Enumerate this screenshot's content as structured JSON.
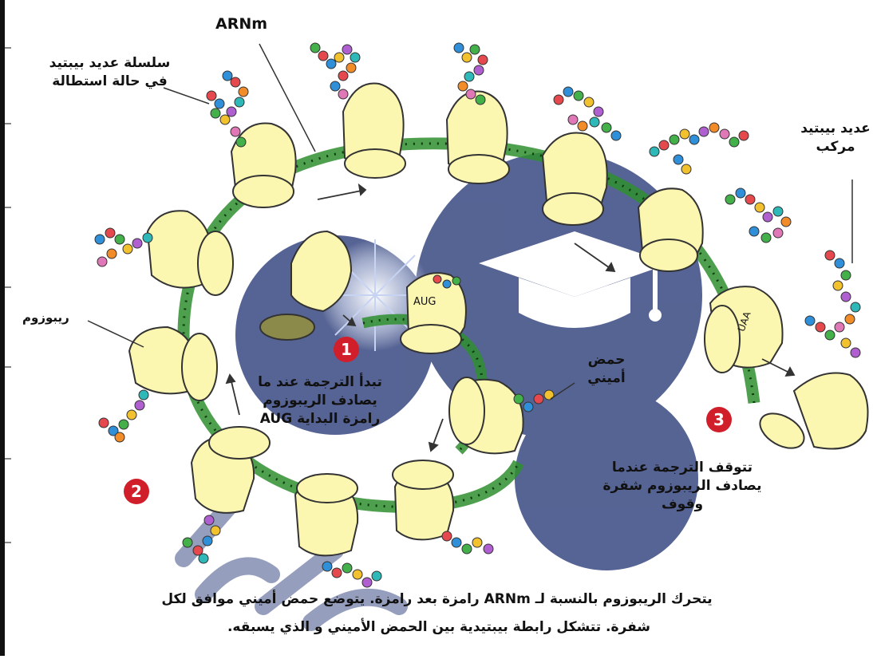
{
  "labels": {
    "arnm": "ARNm",
    "chain_elongation": "سلسلة عديد بيبتيد في حالة استطالة",
    "polypeptide_complex": "عديد بيبتيد مركب",
    "ribosome": "ريبوزوم",
    "aug": "AUG",
    "uaa": "UAA",
    "amino_acid": "حمض أميني",
    "start_text": "تبدأ الترجمة عند ما يصادف الريبوزوم رامزة البداية AUG",
    "stop_text": "تتوقف الترجمة عندما يصادف الريبوزوم شفرة وقوف",
    "bottom_line1": "يتحرك الريبوزوم بالنسبة لـ ARNm رامزة بعد رامزة. يتوضع حمض أميني موافق لكل",
    "bottom_line2": "شفرة. تتشكل رابطة بيبتيدية بين الحمض الأميني و الذي يسبقه."
  },
  "steps": [
    "1",
    "2",
    "3"
  ],
  "colors": {
    "ribosome_fill": "#fcf7b0",
    "ribosome_stroke": "#333333",
    "mrna_green": "#2f8f2f",
    "badge_red": "#d01f2b",
    "watermark_blue": "#3f4f86"
  },
  "icons": [
    "graduation-cap-icon",
    "arrow-icon"
  ]
}
